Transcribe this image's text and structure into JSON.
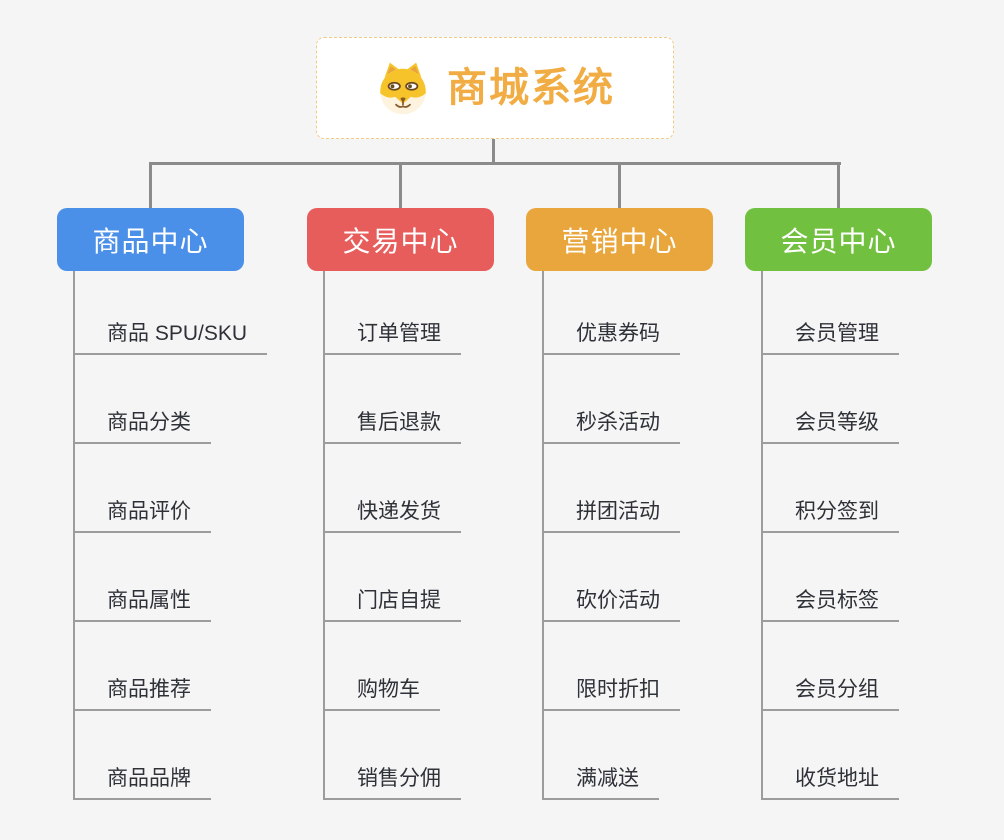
{
  "root": {
    "title": "商城系统",
    "icon": "dog-face-icon"
  },
  "branches": [
    {
      "label": "商品中心",
      "color": "#4a8fe8",
      "items": [
        "商品 SPU/SKU",
        "商品分类",
        "商品评价",
        "商品属性",
        "商品推荐",
        "商品品牌"
      ]
    },
    {
      "label": "交易中心",
      "color": "#e65d5c",
      "items": [
        "订单管理",
        "售后退款",
        "快递发货",
        "门店自提",
        "购物车",
        "销售分佣"
      ]
    },
    {
      "label": "营销中心",
      "color": "#e9a63c",
      "items": [
        "优惠券码",
        "秒杀活动",
        "拼团活动",
        "砍价活动",
        "限时折扣",
        "满减送"
      ]
    },
    {
      "label": "会员中心",
      "color": "#72c040",
      "items": [
        "会员管理",
        "会员等级",
        "积分签到",
        "会员标签",
        "会员分组",
        "收货地址"
      ]
    }
  ],
  "colors": {
    "background": "#f5f5f5",
    "root_border": "#f3c983",
    "root_title": "#f1ac43",
    "connector": "#8b8b8b",
    "underline": "#9c9c9c",
    "item_text": "#2e3238"
  }
}
